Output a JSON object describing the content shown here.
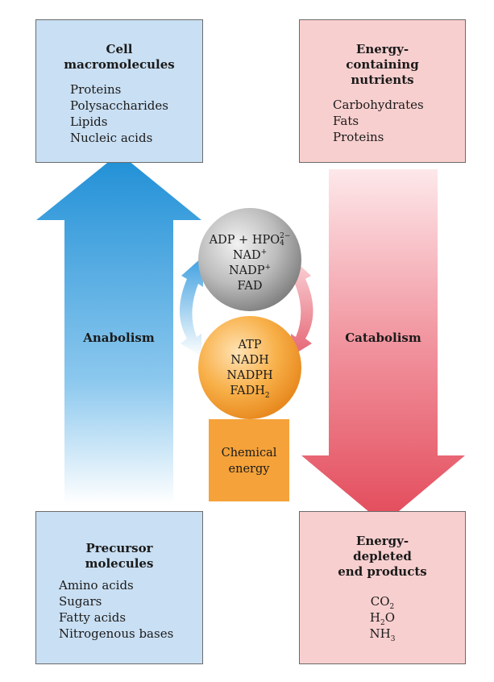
{
  "cell_macromolecules": {
    "title": [
      "Cell",
      "macromolecules"
    ],
    "items": [
      "Proteins",
      "Polysaccharides",
      "Lipids",
      "Nucleic acids"
    ]
  },
  "energy_nutrients": {
    "title": [
      "Energy-",
      "containing",
      "nutrients"
    ],
    "items": [
      "Carbohydrates",
      "Fats",
      "Proteins"
    ]
  },
  "precursor_molecules": {
    "title": [
      "Precursor",
      "molecules"
    ],
    "items": [
      "Amino acids",
      "Sugars",
      "Fatty acids",
      "Nitrogenous bases"
    ]
  },
  "end_products": {
    "title": [
      "Energy-",
      "depleted",
      "end products"
    ],
    "items": [
      {
        "base": "CO",
        "sub": "2",
        "tail": ""
      },
      {
        "base": "H",
        "sub": "2",
        "tail": "O"
      },
      {
        "base": "NH",
        "sub": "3",
        "tail": ""
      }
    ]
  },
  "low_energy": {
    "adp_line": {
      "pre": "ADP + HPO",
      "sup": "2−",
      "sub": "4"
    },
    "nad": {
      "base": "NAD",
      "sup": "+"
    },
    "nadp": {
      "base": "NADP",
      "sup": "+"
    },
    "fad": "FAD"
  },
  "high_energy": {
    "atp": "ATP",
    "nadh": "NADH",
    "nadph": "NADPH",
    "fadh2": {
      "base": "FADH",
      "sub": "2"
    }
  },
  "chemical_energy": [
    "Chemical",
    "energy"
  ],
  "anabolism": "Anabolism",
  "catabolism": "Catabolism",
  "colors": {
    "blue_box": "#c9dff3",
    "pink_box": "#f8cfcf",
    "anabolism_arrow": "#1f8fd6",
    "catabolism_arrow": "#e34a5a",
    "gray_ball": "#9a9a9a",
    "orange_ball": "#f5a23a",
    "chemical_energy_box": "#f5a23a"
  }
}
